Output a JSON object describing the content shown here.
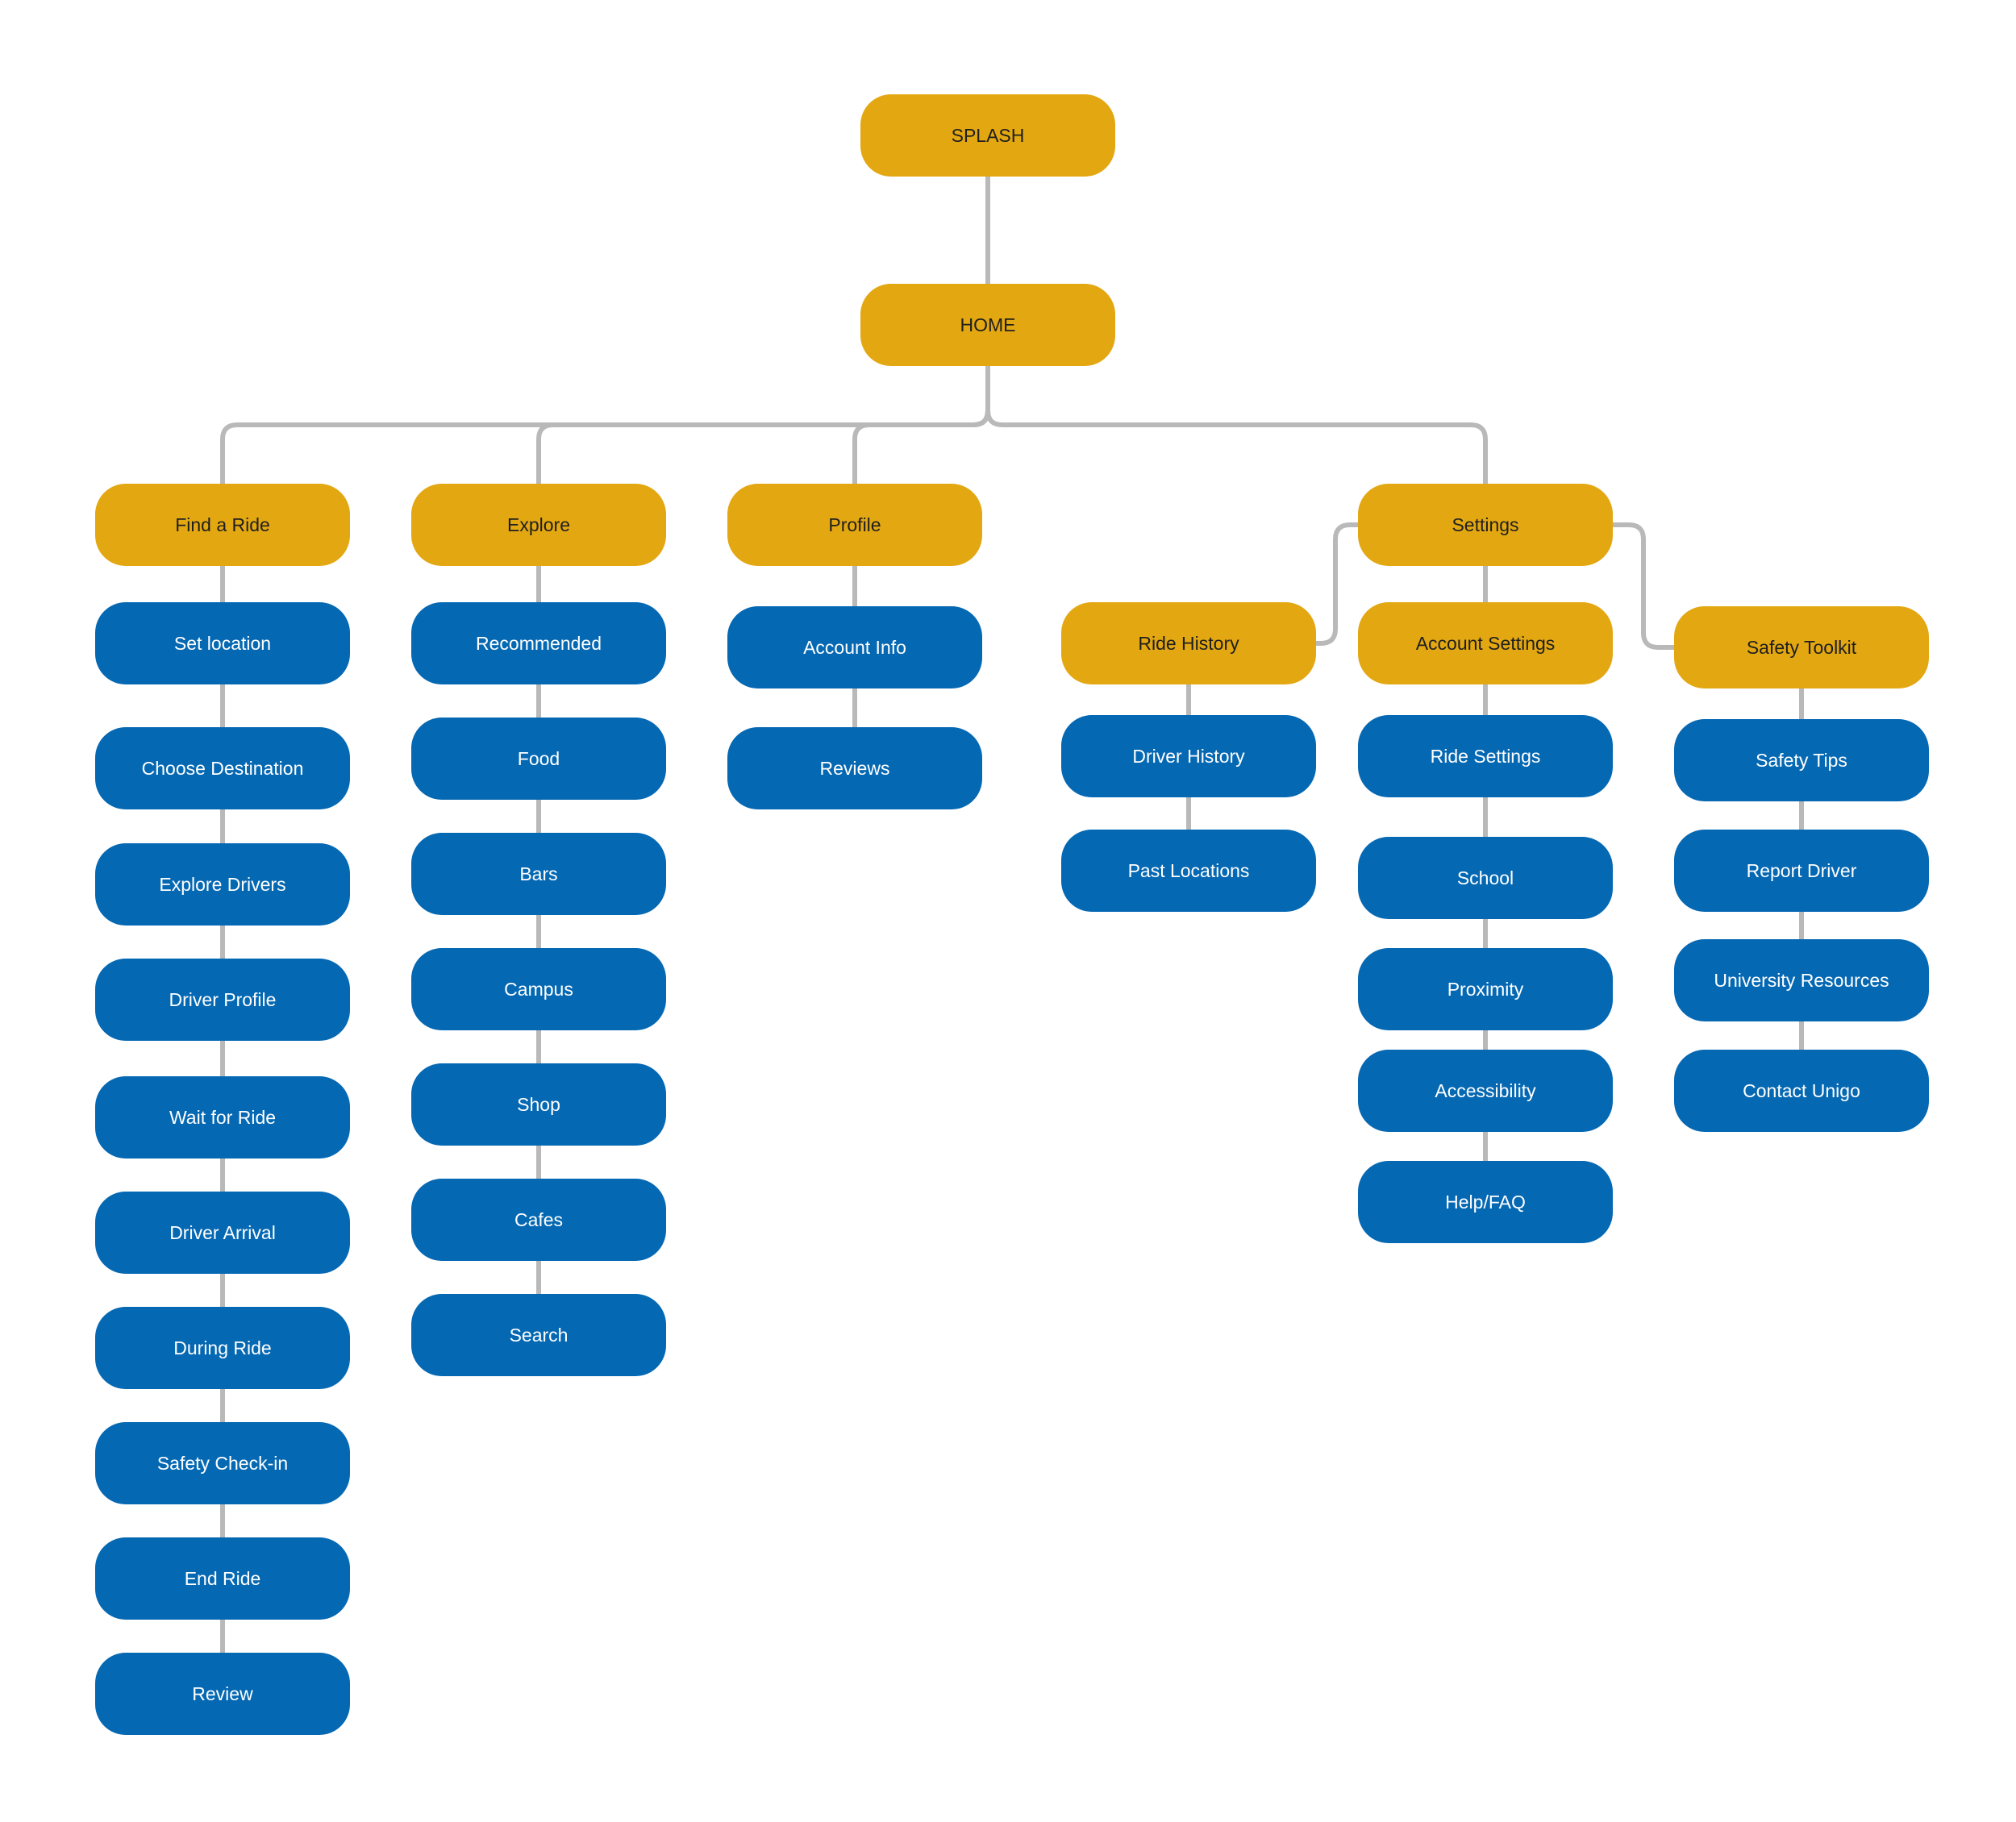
{
  "colors": {
    "section": "#E3A712",
    "screen": "#0568B3",
    "connector": "#B9B9B9"
  },
  "nodes": [
    {
      "id": "splash",
      "label": "SPLASH",
      "kind": "section",
      "parent": null
    },
    {
      "id": "home",
      "label": "HOME",
      "kind": "section",
      "parent": "splash"
    },
    {
      "id": "find-a-ride",
      "label": "Find a Ride",
      "kind": "section",
      "parent": "home"
    },
    {
      "id": "set-location",
      "label": "Set location",
      "kind": "screen",
      "parent": "find-a-ride"
    },
    {
      "id": "choose-destination",
      "label": "Choose Destination",
      "kind": "screen",
      "parent": "set-location"
    },
    {
      "id": "explore-drivers",
      "label": "Explore Drivers",
      "kind": "screen",
      "parent": "choose-destination"
    },
    {
      "id": "driver-profile",
      "label": "Driver Profile",
      "kind": "screen",
      "parent": "explore-drivers"
    },
    {
      "id": "wait-for-ride",
      "label": "Wait for Ride",
      "kind": "screen",
      "parent": "driver-profile"
    },
    {
      "id": "driver-arrival",
      "label": "Driver Arrival",
      "kind": "screen",
      "parent": "wait-for-ride"
    },
    {
      "id": "during-ride",
      "label": "During Ride",
      "kind": "screen",
      "parent": "driver-arrival"
    },
    {
      "id": "safety-check-in",
      "label": "Safety Check-in",
      "kind": "screen",
      "parent": "during-ride"
    },
    {
      "id": "end-ride",
      "label": "End Ride",
      "kind": "screen",
      "parent": "safety-check-in"
    },
    {
      "id": "review",
      "label": "Review",
      "kind": "screen",
      "parent": "end-ride"
    },
    {
      "id": "explore",
      "label": "Explore",
      "kind": "section",
      "parent": "home"
    },
    {
      "id": "recommended",
      "label": "Recommended",
      "kind": "screen",
      "parent": "explore"
    },
    {
      "id": "food",
      "label": "Food",
      "kind": "screen",
      "parent": "recommended"
    },
    {
      "id": "bars",
      "label": "Bars",
      "kind": "screen",
      "parent": "food"
    },
    {
      "id": "campus",
      "label": "Campus",
      "kind": "screen",
      "parent": "bars"
    },
    {
      "id": "shop",
      "label": "Shop",
      "kind": "screen",
      "parent": "campus"
    },
    {
      "id": "cafes",
      "label": "Cafes",
      "kind": "screen",
      "parent": "shop"
    },
    {
      "id": "search",
      "label": "Search",
      "kind": "screen",
      "parent": "cafes"
    },
    {
      "id": "profile",
      "label": "Profile",
      "kind": "section",
      "parent": "home"
    },
    {
      "id": "account-info",
      "label": "Account Info",
      "kind": "screen",
      "parent": "profile"
    },
    {
      "id": "reviews",
      "label": "Reviews",
      "kind": "screen",
      "parent": "account-info"
    },
    {
      "id": "settings",
      "label": "Settings",
      "kind": "section",
      "parent": "home"
    },
    {
      "id": "ride-history",
      "label": "Ride History",
      "kind": "section",
      "parent": "settings"
    },
    {
      "id": "driver-history",
      "label": "Driver History",
      "kind": "screen",
      "parent": "ride-history"
    },
    {
      "id": "past-locations",
      "label": "Past Locations",
      "kind": "screen",
      "parent": "driver-history"
    },
    {
      "id": "account-settings",
      "label": "Account Settings",
      "kind": "section",
      "parent": "settings"
    },
    {
      "id": "ride-settings",
      "label": "Ride Settings",
      "kind": "screen",
      "parent": "account-settings"
    },
    {
      "id": "school",
      "label": "School",
      "kind": "screen",
      "parent": "ride-settings"
    },
    {
      "id": "proximity",
      "label": "Proximity",
      "kind": "screen",
      "parent": "school"
    },
    {
      "id": "accessibility",
      "label": "Accessibility",
      "kind": "screen",
      "parent": "proximity"
    },
    {
      "id": "help-faq",
      "label": "Help/FAQ",
      "kind": "screen",
      "parent": "accessibility"
    },
    {
      "id": "safety-toolkit",
      "label": "Safety Toolkit",
      "kind": "section",
      "parent": "settings"
    },
    {
      "id": "safety-tips",
      "label": "Safety Tips",
      "kind": "screen",
      "parent": "safety-toolkit"
    },
    {
      "id": "report-driver",
      "label": "Report Driver",
      "kind": "screen",
      "parent": "safety-tips"
    },
    {
      "id": "university-resources",
      "label": "University Resources",
      "kind": "screen",
      "parent": "report-driver"
    },
    {
      "id": "contact-unigo",
      "label": "Contact Unigo",
      "kind": "screen",
      "parent": "university-resources"
    }
  ]
}
